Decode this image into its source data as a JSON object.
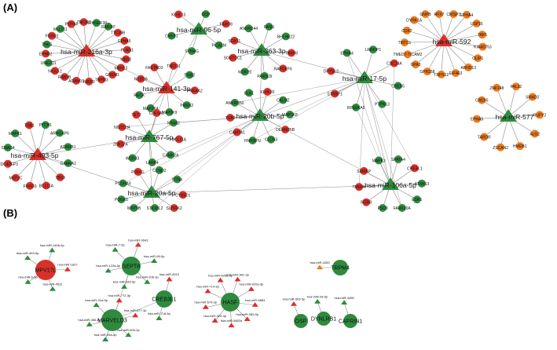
{
  "colors": {
    "green": "#2e8b3e",
    "red": "#d8312a",
    "orange": "#ee7a1a",
    "edge": "#8a8a8a"
  },
  "panels": [
    {
      "id": "A",
      "label": "(A)"
    },
    {
      "id": "B",
      "label": "(B)"
    }
  ],
  "panel_a": {
    "hubs": [
      {
        "id": "h216a",
        "label": "hsa-miR-216a-3p",
        "color": "red"
      },
      {
        "id": "h96",
        "label": "hsa-miR-96-5p",
        "color": "green"
      },
      {
        "id": "h363",
        "label": "hsa-miR-363-3p",
        "color": "green"
      },
      {
        "id": "h141",
        "label": "hsa-miR-141-3p",
        "color": "red"
      },
      {
        "id": "h17",
        "label": "hsa-miR-17-5p",
        "color": "green"
      },
      {
        "id": "h20b",
        "label": "hsa-miR-20b-5p",
        "color": "green"
      },
      {
        "id": "h767",
        "label": "hsa-miR-767-5p",
        "color": "green"
      },
      {
        "id": "h493",
        "label": "hsa-miR-493-5p",
        "color": "red"
      },
      {
        "id": "h20a",
        "label": "hsa-miR-20a-5p",
        "color": "green"
      },
      {
        "id": "h106a",
        "label": "hsa-miR-106a-5p",
        "color": "green"
      },
      {
        "id": "h592",
        "label": "hsa-miR-592",
        "color": "red"
      },
      {
        "id": "h577",
        "label": "hsa-miR-577",
        "color": "green"
      }
    ],
    "genes": [
      {
        "label": "ARHGEF38",
        "color": "green",
        "hub": "h216a"
      },
      {
        "label": "RAB3IP",
        "color": "green",
        "hub": "h216a"
      },
      {
        "label": "TTC39B",
        "color": "red",
        "hub": "h216a"
      },
      {
        "label": "EPHA5",
        "color": "red",
        "hub": "h216a"
      },
      {
        "label": "PLAG1",
        "color": "red",
        "hub": "h216a"
      },
      {
        "label": "MBD2",
        "color": "red",
        "hub": "h216a"
      },
      {
        "label": "MBNL3",
        "color": "red",
        "hub": "h216a"
      },
      {
        "label": "GREM1",
        "color": "red",
        "hub": "h216a"
      },
      {
        "label": "TRPM3",
        "color": "red",
        "hub": "h216a"
      },
      {
        "label": "NRIP3",
        "color": "red",
        "hub": "h216a"
      },
      {
        "label": "ADAM19",
        "color": "red",
        "hub": "h216a"
      },
      {
        "label": "RAB3B",
        "color": "red",
        "hub": "h216a"
      },
      {
        "label": "NKX2-2",
        "color": "red",
        "hub": "h216a"
      },
      {
        "label": "UBE2Q1",
        "color": "green",
        "hub": "h216a"
      },
      {
        "label": "EPHB2",
        "color": "red",
        "hub": "h216a"
      },
      {
        "label": "TNKS",
        "color": "green",
        "hub": "h216a"
      },
      {
        "label": "FOXO1",
        "color": "red",
        "hub": "h216a"
      },
      {
        "label": "MLLT11",
        "color": "green",
        "hub": "h216a"
      },
      {
        "label": "PTPN4",
        "color": "red",
        "hub": "h216a"
      },
      {
        "label": "ZNF207",
        "color": "red",
        "hub": "h216a"
      },
      {
        "label": "OCP",
        "color": "green",
        "hub": "h96"
      },
      {
        "label": "FBXO8",
        "color": "red",
        "hub": "h96"
      },
      {
        "label": "PICALM",
        "color": "green",
        "hub": "h96"
      },
      {
        "label": "SYNRG",
        "color": "green",
        "hub": "h96"
      },
      {
        "label": "CREB1",
        "color": "green",
        "hub": "h96"
      },
      {
        "label": "KLHL13",
        "color": "red",
        "hub": "h96"
      },
      {
        "label": "FASN",
        "color": "green",
        "hub": "h363"
      },
      {
        "label": "BHLHE22",
        "color": "green",
        "hub": "h363"
      },
      {
        "label": "TNRF8",
        "color": "red",
        "hub": "h363"
      },
      {
        "label": "RAPGEF6",
        "color": "red",
        "hub": "h363"
      },
      {
        "label": "PAR3LB",
        "color": "green",
        "hub": "h363"
      },
      {
        "label": "WDR20",
        "color": "green",
        "hub": "h363"
      },
      {
        "label": "SOSTDC1",
        "color": "red",
        "hub": "h363"
      },
      {
        "label": "SOX11",
        "color": "red",
        "hub": "h363"
      },
      {
        "label": "ANKRD44",
        "color": "green",
        "hub": "h363"
      },
      {
        "label": "TMCO1",
        "color": "red",
        "hub": "h141"
      },
      {
        "label": "TRIB2",
        "color": "green",
        "hub": "h141"
      },
      {
        "label": "PRKAA2",
        "color": "red",
        "hub": "h141"
      },
      {
        "label": "PRRX2",
        "color": "green",
        "hub": "h141"
      },
      {
        "label": "MAP3K9",
        "color": "green",
        "hub": "h141"
      },
      {
        "label": "MAP2K4",
        "color": "green",
        "hub": "h141"
      },
      {
        "label": "RECK",
        "color": "green",
        "hub": "h141"
      },
      {
        "label": "NEDD8",
        "color": "red",
        "hub": "h141"
      },
      {
        "label": "FASTKD3",
        "color": "red",
        "hub": "h141"
      },
      {
        "label": "LRRFIP1",
        "color": "green",
        "hub": "h17"
      },
      {
        "label": "CDC14A",
        "color": "red",
        "hub": "h17"
      },
      {
        "label": "CREB5",
        "color": "green",
        "hub": "h17"
      },
      {
        "label": "PTPN13",
        "color": "green",
        "hub": "h17"
      },
      {
        "label": "RPS6KA5",
        "color": "green",
        "hub": "h17"
      },
      {
        "label": "STRBP1",
        "color": "red",
        "hub": "h17"
      },
      {
        "label": "DPYSL2",
        "color": "red",
        "hub": "h17"
      },
      {
        "label": "EPHA4",
        "color": "green",
        "hub": "h17"
      },
      {
        "label": "KLHL20",
        "color": "red",
        "hub": "h20b"
      },
      {
        "label": "CALM2",
        "color": "green",
        "hub": "h20b"
      },
      {
        "label": "MAP3K8",
        "color": "green",
        "hub": "h20b"
      },
      {
        "label": "DENND5B",
        "color": "red",
        "hub": "h20b"
      },
      {
        "label": "CLCN3",
        "color": "green",
        "hub": "h20b"
      },
      {
        "label": "HNRNPU",
        "color": "green",
        "hub": "h20b"
      },
      {
        "label": "CAMTA1",
        "color": "red",
        "hub": "h20b"
      },
      {
        "label": "TOB2",
        "color": "red",
        "hub": "h20b"
      },
      {
        "label": "ANKRD50",
        "color": "green",
        "hub": "h20b"
      },
      {
        "label": "ULK1",
        "color": "green",
        "hub": "h20b"
      },
      {
        "label": "COL5A1",
        "color": "red",
        "hub": "h767"
      },
      {
        "label": "NR4A2",
        "color": "green",
        "hub": "h767"
      },
      {
        "label": "BCL11A",
        "color": "red",
        "hub": "h767"
      },
      {
        "label": "CAMK2A",
        "color": "green",
        "hub": "h767"
      },
      {
        "label": "LARP4",
        "color": "green",
        "hub": "h767"
      },
      {
        "label": "WDR33",
        "color": "green",
        "hub": "h767"
      },
      {
        "label": "ZNF37A",
        "color": "red",
        "hub": "h767"
      },
      {
        "label": "NOTCH4",
        "color": "red",
        "hub": "h767"
      },
      {
        "label": "TET2",
        "color": "red",
        "hub": "h767"
      },
      {
        "label": "PTCH1",
        "color": "green",
        "hub": "h493"
      },
      {
        "label": "ARHGAP6",
        "color": "green",
        "hub": "h493"
      },
      {
        "label": "ADARB1",
        "color": "green",
        "hub": "h493"
      },
      {
        "label": "GABRA2",
        "color": "green",
        "hub": "h493"
      },
      {
        "label": "TBX3",
        "color": "red",
        "hub": "h493"
      },
      {
        "label": "BCL11A",
        "color": "red",
        "hub": "h493"
      },
      {
        "label": "FOXO3",
        "color": "red",
        "hub": "h493"
      },
      {
        "label": "MEF2C",
        "color": "red",
        "hub": "h493"
      },
      {
        "label": "CDC42EP3",
        "color": "red",
        "hub": "h493"
      },
      {
        "label": "SMAD4",
        "color": "green",
        "hub": "h493"
      },
      {
        "label": "MAPK1",
        "color": "green",
        "hub": "h493"
      },
      {
        "label": "TOB1",
        "color": "red",
        "hub": "h493"
      },
      {
        "label": "CCND2",
        "color": "green",
        "hub": "h20a"
      },
      {
        "label": "NTN4",
        "color": "green",
        "hub": "h20a"
      },
      {
        "label": "CYB5D1",
        "color": "red",
        "hub": "h20a"
      },
      {
        "label": "SLITRK2",
        "color": "red",
        "hub": "h20a"
      },
      {
        "label": "STK38L2",
        "color": "green",
        "hub": "h20a"
      },
      {
        "label": "WNT9B",
        "color": "green",
        "hub": "h20a"
      },
      {
        "label": "POGK6",
        "color": "green",
        "hub": "h20a"
      },
      {
        "label": "PCDHA9",
        "color": "green",
        "hub": "h20a"
      },
      {
        "label": "PODXL",
        "color": "red",
        "hub": "h20a"
      },
      {
        "label": "SPATA4",
        "color": "green",
        "hub": "h106a"
      },
      {
        "label": "CREBL1",
        "color": "red",
        "hub": "h106a"
      },
      {
        "label": "ATXN13",
        "color": "green",
        "hub": "h106a"
      },
      {
        "label": "ESR1",
        "color": "green",
        "hub": "h106a"
      },
      {
        "label": "FAM120A",
        "color": "green",
        "hub": "h106a"
      },
      {
        "label": "PSD3",
        "color": "green",
        "hub": "h106a"
      },
      {
        "label": "RORB",
        "color": "red",
        "hub": "h106a"
      },
      {
        "label": "TMEM4",
        "color": "red",
        "hub": "h106a"
      },
      {
        "label": "SUMAP",
        "color": "red",
        "hub": "h106a"
      },
      {
        "label": "MAPK3",
        "color": "green",
        "hub": "h106a"
      },
      {
        "label": "CRISP2",
        "color": "orange",
        "hub": "h592"
      },
      {
        "label": "EPHA4",
        "color": "orange",
        "hub": "h592"
      },
      {
        "label": "USP15",
        "color": "orange",
        "hub": "h592"
      },
      {
        "label": "TAF5",
        "color": "orange",
        "hub": "h592"
      },
      {
        "label": "KIAA0753",
        "color": "orange",
        "hub": "h592"
      },
      {
        "label": "OLIP1",
        "color": "orange",
        "hub": "h592"
      },
      {
        "label": "ABHD13",
        "color": "orange",
        "hub": "h592"
      },
      {
        "label": "EIF4E3",
        "color": "orange",
        "hub": "h592"
      },
      {
        "label": "TRPS12",
        "color": "orange",
        "hub": "h592"
      },
      {
        "label": "GPR158",
        "color": "orange",
        "hub": "h592"
      },
      {
        "label": "OPA3",
        "color": "orange",
        "hub": "h592"
      },
      {
        "label": "TMED7-TICAM2",
        "color": "orange",
        "hub": "h592"
      },
      {
        "label": "TMTC1",
        "color": "orange",
        "hub": "h592"
      },
      {
        "label": "CDK7",
        "color": "orange",
        "hub": "h592"
      },
      {
        "label": "DYRK1A",
        "color": "orange",
        "hub": "h592"
      },
      {
        "label": "GNPB",
        "color": "orange",
        "hub": "h592"
      },
      {
        "label": "RFX7",
        "color": "orange",
        "hub": "h592"
      },
      {
        "label": "PAL32",
        "color": "orange",
        "hub": "h577"
      },
      {
        "label": "SMAD2",
        "color": "orange",
        "hub": "h577"
      },
      {
        "label": "RUFY2",
        "color": "orange",
        "hub": "h577"
      },
      {
        "label": "ALG2",
        "color": "orange",
        "hub": "h577"
      },
      {
        "label": "HMGB1",
        "color": "orange",
        "hub": "h577"
      },
      {
        "label": "ZSCAN2",
        "color": "orange",
        "hub": "h577"
      },
      {
        "label": "TARDR",
        "color": "orange",
        "hub": "h577"
      },
      {
        "label": "EPHA5",
        "color": "orange",
        "hub": "h577"
      },
      {
        "label": "CREB5",
        "color": "orange",
        "hub": "h577"
      },
      {
        "label": "ZNF148",
        "color": "orange",
        "hub": "h577"
      }
    ]
  },
  "panel_b": {
    "hubs": [
      {
        "id": "b_mpv17l",
        "label": "MPV17L",
        "color": "red"
      },
      {
        "id": "b_sept8",
        "label": "SEPT8",
        "color": "green"
      },
      {
        "id": "b_creb3l1",
        "label": "CREB3L1",
        "color": "green"
      },
      {
        "id": "b_marveld3",
        "label": "MARVELD3",
        "color": "green"
      },
      {
        "id": "b_hasf",
        "label": "HASF",
        "color": "green"
      },
      {
        "id": "b_trpm4",
        "label": "TRPM4",
        "color": "green"
      },
      {
        "id": "b_dsp",
        "label": "DSP",
        "color": "green"
      },
      {
        "id": "b_dynlrb1",
        "label": "DYNLRB1",
        "color": "green"
      },
      {
        "id": "b_caprin1",
        "label": "CAPRIN1",
        "color": "green"
      }
    ],
    "mirnas": [
      {
        "label": "hsa-miR-146b-5p",
        "color": "green",
        "hub": "b_mpv17l"
      },
      {
        "label": "hsa-miR-1827",
        "color": "red",
        "hub": "b_mpv17l"
      },
      {
        "label": "hsa-miR-4531",
        "color": "green",
        "hub": "b_mpv17l"
      },
      {
        "label": "hsa-miR-5-5p",
        "color": "green",
        "hub": "b_mpv17l"
      },
      {
        "label": "hsa-miR-363-5p",
        "color": "green",
        "hub": "b_mpv17l"
      },
      {
        "label": "hsa-miR-3943",
        "color": "red",
        "hub": "b_sept8"
      },
      {
        "label": "hsa-miR-96-5p",
        "color": "green",
        "hub": "b_sept8"
      },
      {
        "label": "hsa-miR-206-3p",
        "color": "green",
        "hub": "b_sept8"
      },
      {
        "label": "hsa-miR-182-5p",
        "color": "green",
        "hub": "b_sept8"
      },
      {
        "label": "hsa-miR-122a-5p",
        "color": "green",
        "hub": "b_sept8"
      },
      {
        "label": "hsa-miR-7-5p",
        "color": "green",
        "hub": "b_sept8"
      },
      {
        "label": "hsa-miR-4510",
        "color": "red",
        "hub": "b_creb3l1"
      },
      {
        "label": "hsa-miR-718-5p",
        "color": "green",
        "hub": "b_creb3l1"
      },
      {
        "label": "hsa-miR-772-3p",
        "color": "red",
        "hub": "b_marveld3"
      },
      {
        "label": "hsa-miR-877-3p",
        "color": "red",
        "hub": "b_marveld3"
      },
      {
        "label": "hsa-miR-600-3p",
        "color": "green",
        "hub": "b_marveld3"
      },
      {
        "label": "hsa-miR-26a-5p",
        "color": "green",
        "hub": "b_marveld3"
      },
      {
        "label": "hsa-miR-456-5p",
        "color": "green",
        "hub": "b_marveld3"
      },
      {
        "label": "hsa-miR-31a-5p",
        "color": "green",
        "hub": "b_marveld3"
      },
      {
        "label": "hsa-miR-361-3p",
        "color": "red",
        "hub": "b_hasf"
      },
      {
        "label": "hsa-miR-920a-3p",
        "color": "red",
        "hub": "b_hasf"
      },
      {
        "label": "hsa-miR-5883",
        "color": "red",
        "hub": "b_hasf"
      },
      {
        "label": "hsa-miR-365-5p",
        "color": "red",
        "hub": "b_hasf"
      },
      {
        "label": "hsa-miR-5682a",
        "color": "red",
        "hub": "b_hasf"
      },
      {
        "label": "hsa-miR-323-3p",
        "color": "red",
        "hub": "b_hasf"
      },
      {
        "label": "hsa-miR-579-3p",
        "color": "red",
        "hub": "b_hasf"
      },
      {
        "label": "hsa-miR-714-3p",
        "color": "red",
        "hub": "b_hasf"
      },
      {
        "label": "hsa-miR-505a-3p",
        "color": "red",
        "hub": "b_hasf"
      },
      {
        "label": "hsa-miR-4283",
        "color": "orange",
        "hub": "b_trpm4"
      },
      {
        "label": "hsa-miR-503-5p",
        "color": "red",
        "hub": "b_dsp"
      },
      {
        "label": "hsa-miR-93-5p",
        "color": "green",
        "hub": "b_dynlrb1"
      },
      {
        "label": "hsa-miR-4455",
        "color": "green",
        "hub": "b_caprin1"
      }
    ]
  }
}
